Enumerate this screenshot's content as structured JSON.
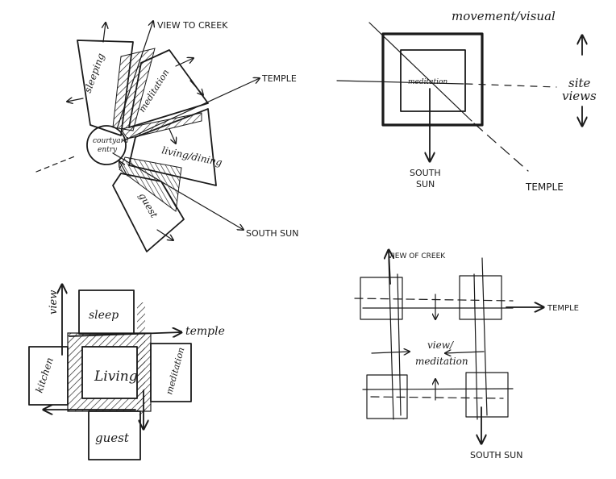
{
  "sketch1": {
    "view_to_creek": "VIEW TO CREEK",
    "temple": "TEMPLE",
    "south_sun": "SOUTH SUN",
    "sleeping": "sleeping",
    "meditation": "meditation",
    "courtyard_entry_1": "courtyard",
    "courtyard_entry_2": "entry",
    "living_dining": "living/dining",
    "guest": "guest"
  },
  "sketch2": {
    "movement_visual": "movement/visual",
    "meditation": "meditation",
    "site_views_1": "site",
    "site_views_2": "views",
    "south_sun_1": "SOUTH",
    "south_sun_2": "SUN",
    "temple": "TEMPLE"
  },
  "sketch3": {
    "view": "view",
    "sleep": "sleep",
    "temple": "temple",
    "kitchen": "kitchen",
    "living": "Living",
    "meditation": "meditation",
    "guest": "guest"
  },
  "sketch4": {
    "view_of_creek": "VIEW OF CREEK",
    "temple": "TEMPLE",
    "view_meditation_1": "view/",
    "view_meditation_2": "meditation",
    "south_sun": "SOUTH SUN"
  }
}
